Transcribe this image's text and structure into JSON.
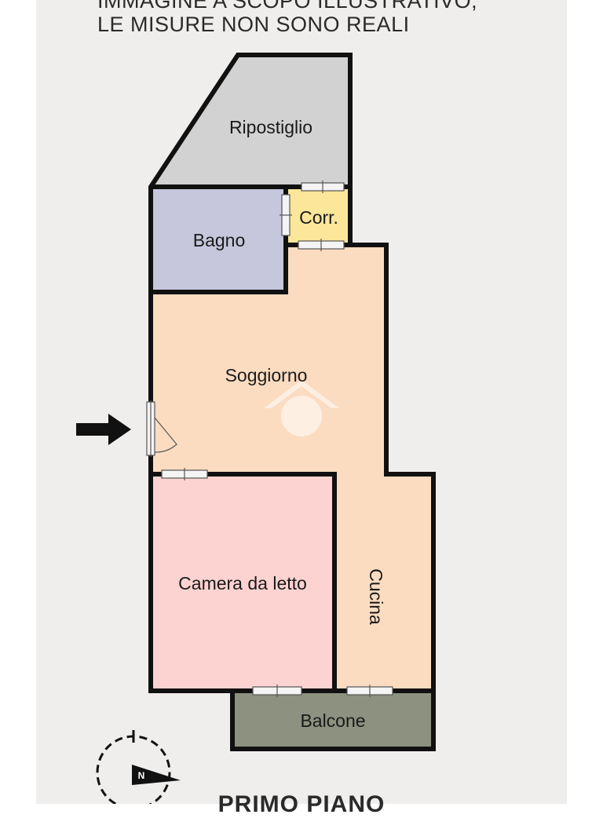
{
  "header": {
    "line1": "IMMAGINE A SCOPO ILLUSTRATIVO,",
    "line2": "LE MISURE NON SONO REALI"
  },
  "rooms": {
    "ripostiglio": "Ripostiglio",
    "bagno": "Bagno",
    "corridoio": "Corr.",
    "soggiorno": "Soggiorno",
    "camera": "Camera da letto",
    "cucina": "Cucina",
    "balcone": "Balcone"
  },
  "footer": {
    "floor": "PRIMO PIANO"
  },
  "compass": {
    "letter": "N"
  },
  "colors": {
    "background": "#efeeec",
    "ripostiglio": "#d2d2d2",
    "bagno": "#c6c6dc",
    "corridoio": "#fbe69a",
    "living": "#fbdcc0",
    "camera": "#fdd3d1",
    "balcone": "#8c9180",
    "wall": "#111111"
  }
}
